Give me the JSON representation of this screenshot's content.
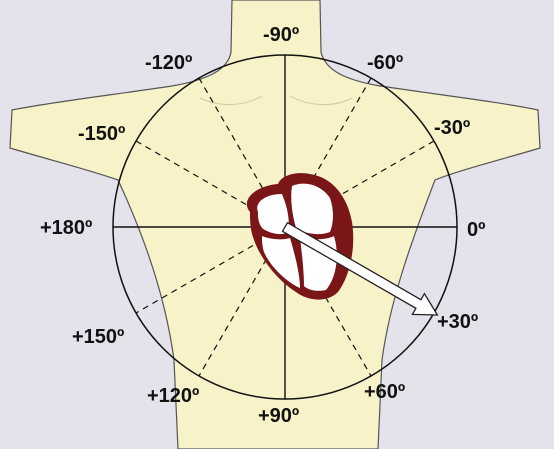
{
  "diagram": {
    "center_angle_unit": "degrees",
    "colors": {
      "background": "#e4e2ea",
      "torso_fill": "#f7f2c8",
      "torso_outline": "#555555",
      "heart_muscle": "#7a1518",
      "heart_interior": "#ffffff",
      "axis_line": "#111111",
      "arrow_fill": "#ffffff"
    },
    "axes": {
      "solid": [
        0,
        90
      ],
      "dashed": [
        30,
        60,
        120,
        150
      ]
    },
    "mean_axis_arrow": {
      "angle": 30,
      "label": ""
    },
    "labels": [
      {
        "id": "neg90",
        "angle": -90,
        "text": "-90º"
      },
      {
        "id": "neg60",
        "angle": -60,
        "text": "-60º"
      },
      {
        "id": "neg30",
        "angle": -30,
        "text": "-30º"
      },
      {
        "id": "zero",
        "angle": 0,
        "text": "0º"
      },
      {
        "id": "pos30",
        "angle": 30,
        "text": "+30º"
      },
      {
        "id": "pos60",
        "angle": 60,
        "text": "+60º"
      },
      {
        "id": "pos90",
        "angle": 90,
        "text": "+90º"
      },
      {
        "id": "pos120",
        "angle": 120,
        "text": "+120º"
      },
      {
        "id": "pos150",
        "angle": 150,
        "text": "+150º"
      },
      {
        "id": "pos180",
        "angle": 180,
        "text": "+180º"
      },
      {
        "id": "neg150",
        "angle": -150,
        "text": "-150º"
      },
      {
        "id": "neg120",
        "angle": -120,
        "text": "-120º"
      }
    ]
  }
}
